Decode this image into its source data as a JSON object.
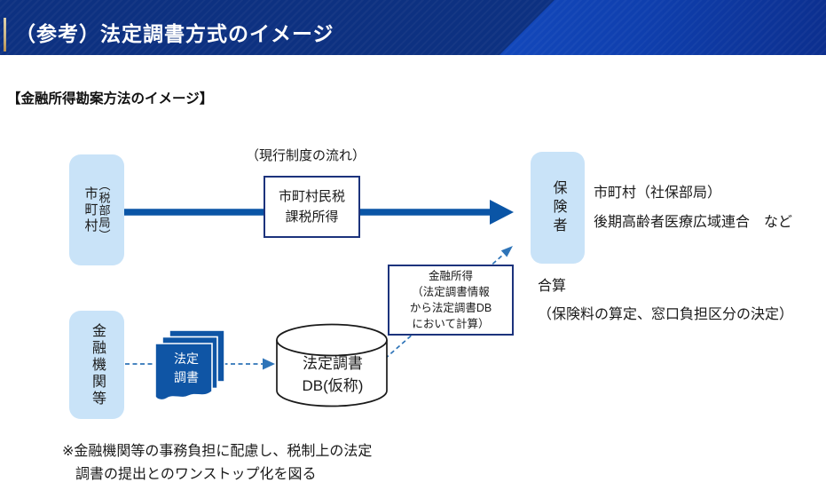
{
  "header": {
    "title": "（参考）法定調書方式のイメージ"
  },
  "section": {
    "title": "【金融所得勘案方法のイメージ】"
  },
  "diagram": {
    "flow_label": "（現行制度の流れ）",
    "municipality_box": {
      "main": "市町村",
      "sub": "（税部局）"
    },
    "tax_income_box": {
      "line1": "市町村民税",
      "line2": "課税所得"
    },
    "insurer_box": {
      "label": "保険者"
    },
    "insurer_detail": {
      "line1": "市町村（社保部局）",
      "line2": "後期高齢者医療広域連合　など"
    },
    "aggregation": {
      "line1": "合算",
      "line2": "（保険料の算定、窓口負担区分の決定）"
    },
    "financial_income_box": {
      "line1": "金融所得",
      "line2": "（法定調書情報",
      "line3": "から法定調書DB",
      "line4": "において計算）"
    },
    "financial_institution_box": {
      "label": "金融機関等"
    },
    "report_doc": {
      "line1": "法定",
      "line2": "調書"
    },
    "db_cylinder": {
      "line1": "法定調書",
      "line2": "DB(仮称)"
    },
    "note": {
      "line1": "※金融機関等の事務負担に配慮し、税制上の法定",
      "line2": "調書の提出とのワンストップ化を図る"
    }
  },
  "colors": {
    "header_navy": "#0d3181",
    "header_bright_blue": "#1349bd",
    "accent_tan": "#c9b483",
    "box_light_blue": "#c9e3f8",
    "arrow_blue": "#0a55a6",
    "dash_blue": "#2e74b8",
    "border_navy": "#1c337c",
    "document_blue": "#0f55a5"
  }
}
